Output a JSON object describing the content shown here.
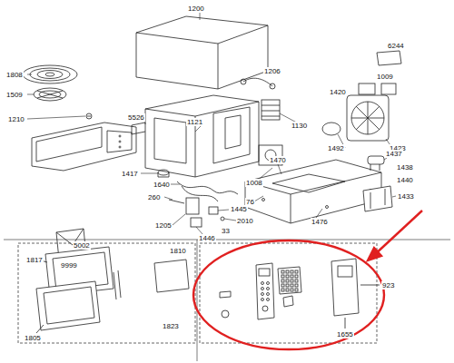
{
  "diagram": {
    "labels": [
      "1200",
      "6244",
      "1808",
      "1509",
      "1206",
      "1009",
      "1420",
      "1210",
      "5526",
      "1121",
      "1130",
      "1492",
      "1423",
      "1417",
      "1008",
      "1470",
      "1437",
      "1438",
      "1440",
      "1640",
      "76",
      "260",
      "1445",
      "1433",
      "1476",
      "2010",
      "9999",
      "1205",
      "1446",
      "33",
      "1817",
      "5002",
      "1810",
      "1805",
      "1823",
      "923",
      "1655"
    ]
  }
}
